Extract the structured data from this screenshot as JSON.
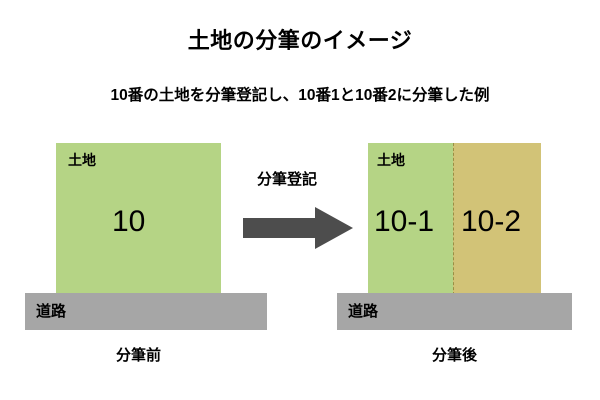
{
  "page": {
    "title": "土地の分筆のイメージ",
    "subtitle": "10番の土地を分筆登記し、10番1と10番2に分筆した例"
  },
  "colors": {
    "land_green": "#b5d485",
    "land_tan": "#d2c377",
    "road_gray": "#a6a6a6",
    "arrow_gray": "#4d4d4d",
    "split_line": "#9a8f45",
    "background": "#ffffff",
    "text": "#000000"
  },
  "before": {
    "caption": "分筆前",
    "parcel": {
      "tag": "土地",
      "number": "10"
    },
    "road_label": "道路"
  },
  "transition": {
    "label": "分筆登記",
    "arrow_icon": "right-arrow-icon"
  },
  "after": {
    "caption": "分筆後",
    "parcel_tag": "土地",
    "parcels": [
      {
        "number": "10-1",
        "fill": "green"
      },
      {
        "number": "10-2",
        "fill": "tan"
      }
    ],
    "road_label": "道路"
  }
}
